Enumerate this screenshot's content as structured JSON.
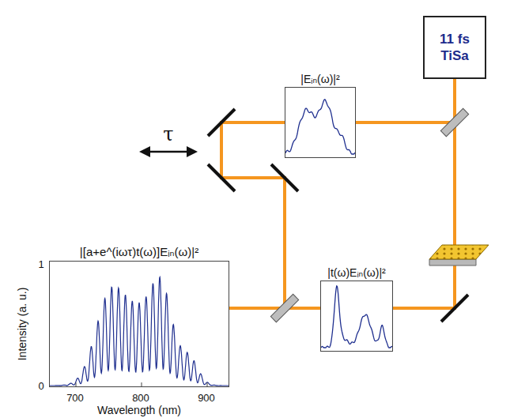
{
  "diagram": {
    "nodes": [
      {
        "text": [
          "11 fs TiSa"
        ]
      },
      {
        "text": [
          "|Eᵢₙ(ω)|²"
        ]
      },
      {
        "text": [
          "|t(ω)Eᵢₙ(ω)|²"
        ]
      },
      {
        "text": [
          "|[a+e^(iωτ)t(ω)]Eᵢₙ(ω)|²"
        ]
      }
    ],
    "labels": [
      "τ",
      "1",
      "0",
      "700",
      "800",
      "900",
      "Intensity (a. u.)",
      "Wavelength (nm)"
    ]
  }
}
